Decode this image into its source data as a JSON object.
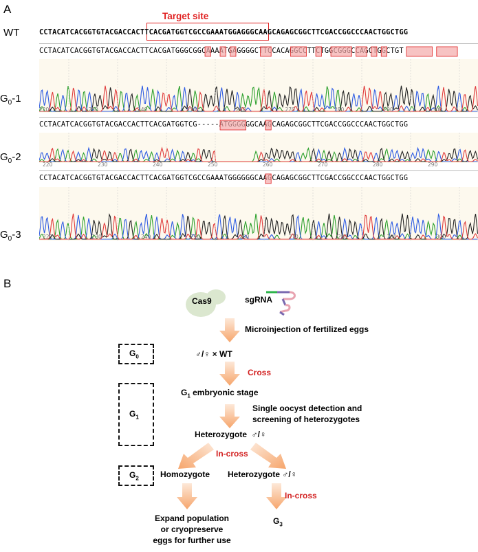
{
  "panel_a": {
    "letter": "A",
    "target_label": "Target site",
    "wt_label": "WT",
    "wt_sequence": "CCTACATCACGGTGTACGACCACTTCACGATGGTCGCCGAAATGGAGGGCAAGCAGAGCGGCTTCGACCGGCCCAACTGGCTGG",
    "rows": [
      {
        "label": "G",
        "label_sub": "0",
        "label_suffix": "-1",
        "sequence": "CCTACATCACGGTGTACGACCACTTCACGATGGGCGGCAAAATGAGGGGCTTCCACAGGCCTTCTGGCGGGCCAGCTGGCTGT",
        "ticks": [
          "220",
          "230",
          "240",
          "250",
          "260",
          "270",
          "280",
          "290",
          "300"
        ]
      },
      {
        "label": "G",
        "label_sub": "0",
        "label_suffix": "-2",
        "sequence": "CCTACATCACGGTGTACGACCACTTCACGATGGTCG-----ATGGGGGGCAAGCAGAGCGGCTTCGACCGGCCCAACTGGCTGG",
        "ticks": [
          "220",
          "230",
          "240",
          "250",
          "260",
          "270",
          "280",
          "290"
        ]
      },
      {
        "label": "G",
        "label_sub": "0",
        "label_suffix": "-3",
        "sequence": "CCTACATCACGGTGTACGACCACTTCACGATGGTCGCCGAAATGGGGGGCAAGCAGAGCGGCTTCGACCGGCCCAACTGGCTGG",
        "ticks": [
          "220",
          "230",
          "240",
          "250",
          "260",
          "270",
          "280",
          "290",
          "300"
        ]
      }
    ],
    "colors": {
      "A": "#2ca02c",
      "C": "#2d5be3",
      "G": "#222222",
      "T": "#e03a3a",
      "highlight": "#f4a9a9",
      "box": "#e02020"
    }
  },
  "panel_b": {
    "letter": "B",
    "cas9": "Cas9",
    "sgrna": "sgRNA",
    "microinjection": "Microinjection of fertilized eggs",
    "g0_cross": "♂/♀ × WT",
    "cross": "Cross",
    "g1_stage": "G",
    "g1_stage_sub": "1",
    "g1_stage_suffix": " embryonic stage",
    "screening_line1": "Single oocyst detection and",
    "screening_line2": "screening of heterozygotes",
    "heterozygote": "Heterozygote  ♂/♀",
    "incross": "In-cross",
    "homozygote": "Homozygote",
    "heterozygote2": "Heterozygote ♂/♀",
    "incross2": "In-cross",
    "expand_line1": "Expand population",
    "expand_line2": "or cryopreserve",
    "expand_line3": "eggs for further use",
    "g3": "G",
    "g3_sub": "3",
    "gen_boxes": [
      {
        "label": "G",
        "sub": "0"
      },
      {
        "label": "G",
        "sub": "1"
      },
      {
        "label": "G",
        "sub": "2"
      }
    ]
  }
}
